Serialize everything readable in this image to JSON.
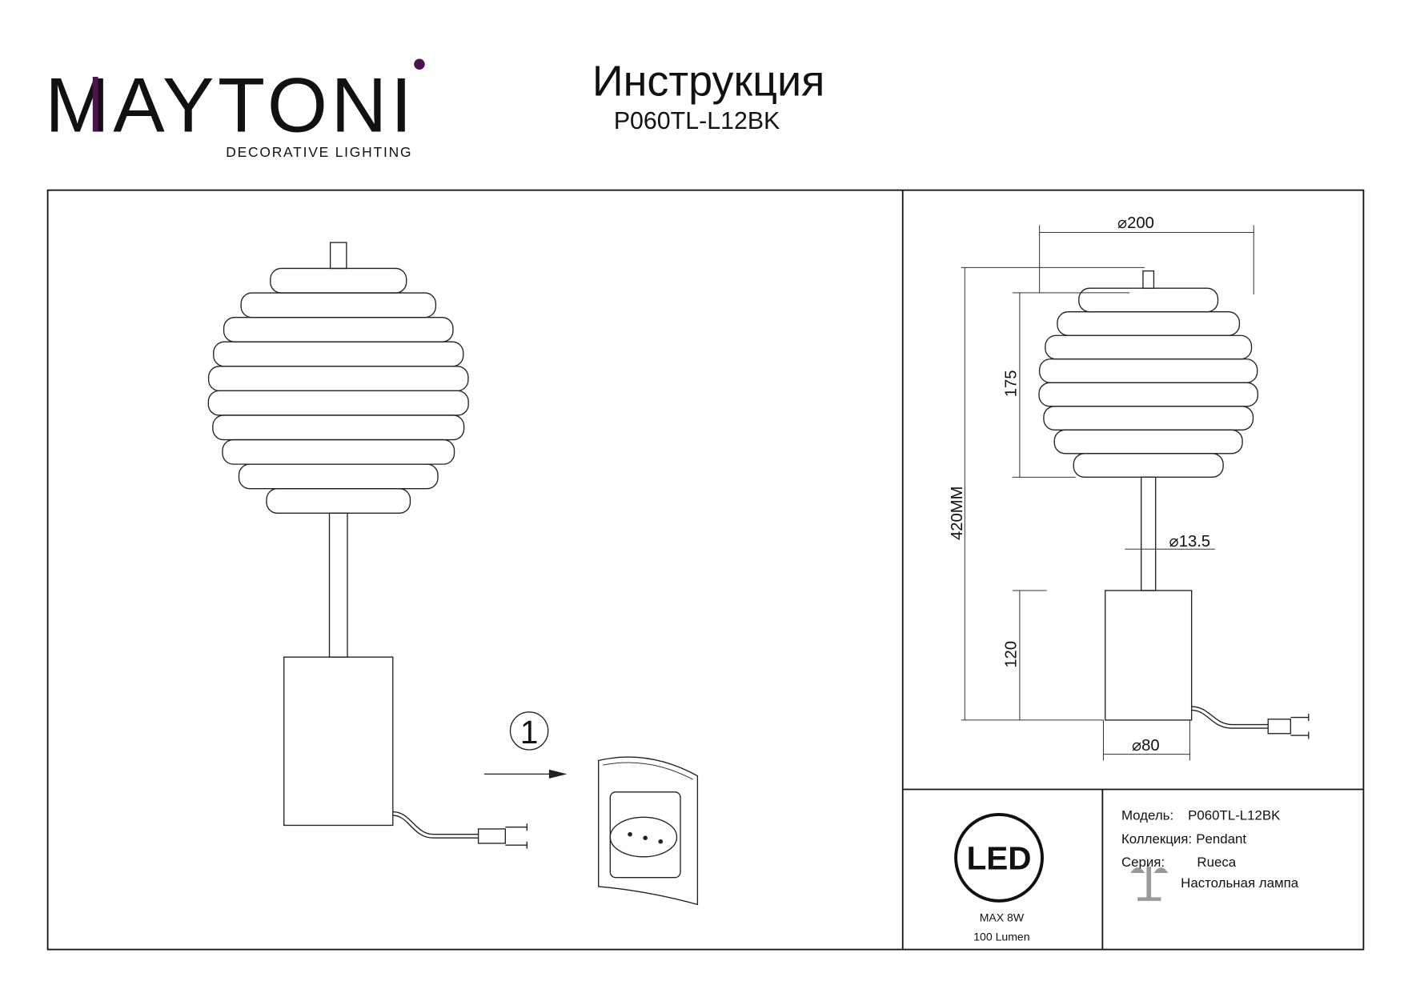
{
  "header": {
    "brand": "MAYTONI",
    "brand_tagline": "DECORATIVE LIGHTING",
    "brand_accent": "#4a1450",
    "title": "Инструкция",
    "model_code": "P060TL-L12BK"
  },
  "assembly": {
    "step_number": "1"
  },
  "dimensions": {
    "shade_diameter": "⌀200",
    "shade_height": "175",
    "total_height": "420MM",
    "stem_diameter": "⌀13.5",
    "base_height": "120",
    "base_diameter": "⌀80"
  },
  "power": {
    "led_label": "LED",
    "max_power": "MAX 8W",
    "lumen": "100 Lumen"
  },
  "specs": {
    "model_label": "Модель:",
    "model_value": "P060TL-L12BK",
    "collection_label": "Коллекция:",
    "collection_value": "Pendant",
    "series_label": "Серия:",
    "series_value": "Rueca",
    "type_value": "Настольная лампа"
  }
}
